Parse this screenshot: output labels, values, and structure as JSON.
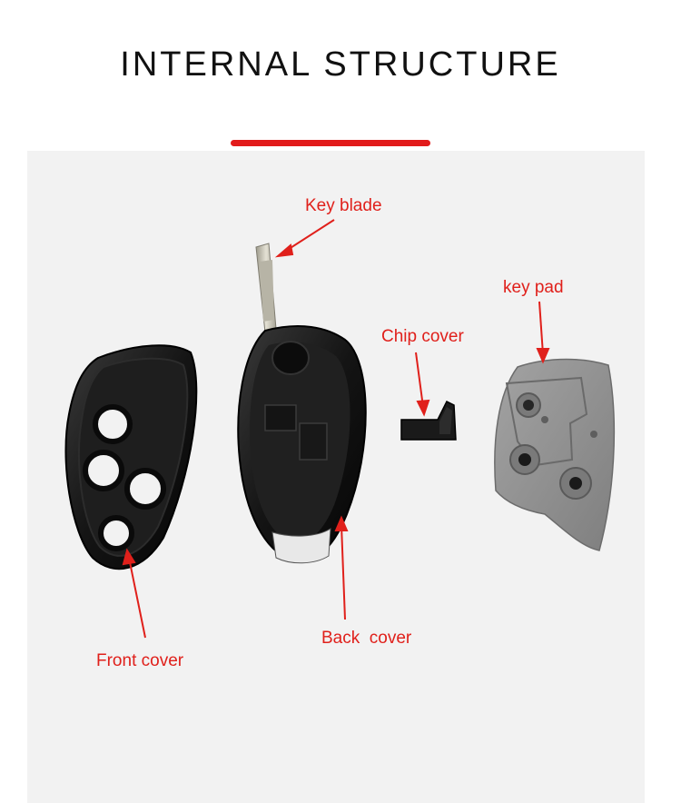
{
  "header": {
    "title": "INTERNAL STRUCTURE",
    "accent_color": "#e21b1b"
  },
  "labels": {
    "key_blade": "Key blade",
    "key_pad": "key pad",
    "chip_cover": "Chip cover",
    "back_cover": "Back  cover",
    "front_cover": "Front cover"
  },
  "colors": {
    "label": "#e0201b",
    "stage_background": "#f2f2f2",
    "shell": "#1a1a1a",
    "keypad": "#8f8f8f",
    "blade": "#c9c6b8"
  }
}
